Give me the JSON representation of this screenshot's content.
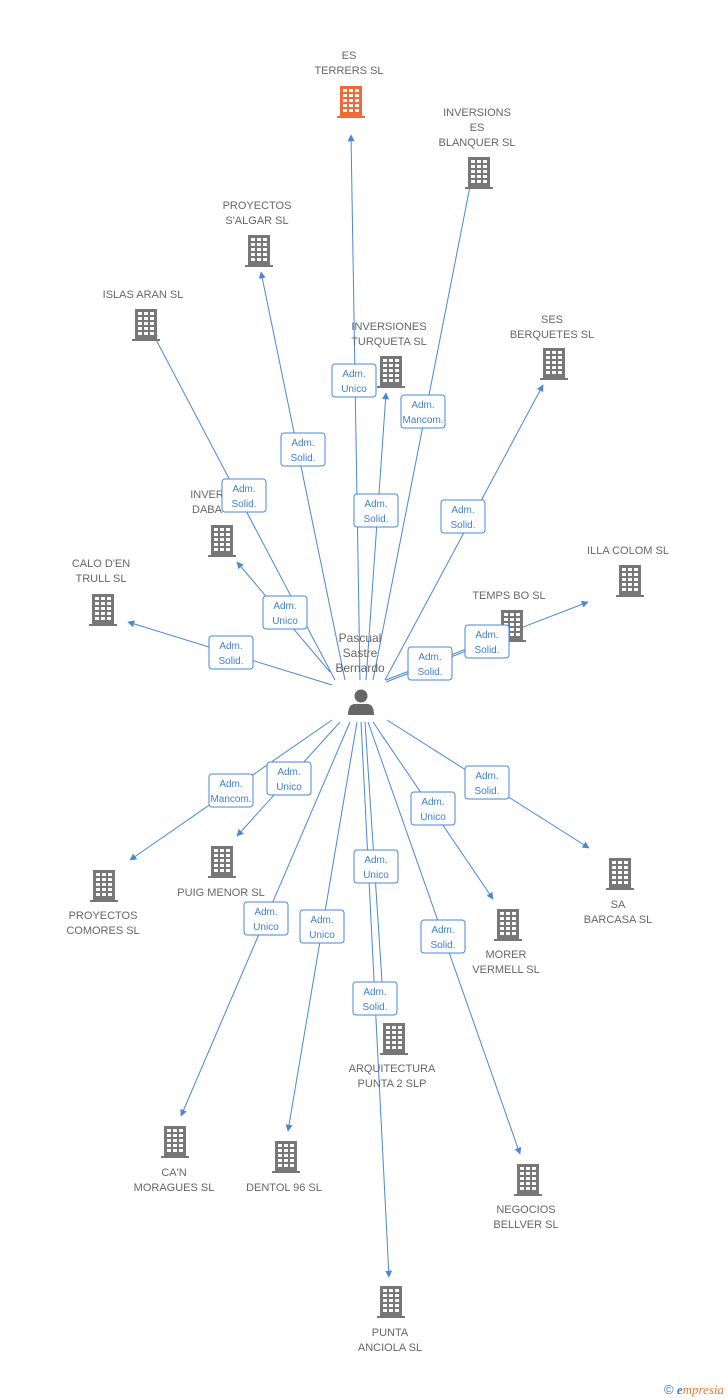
{
  "colors": {
    "edge": "#4a87d6",
    "building": "#777777",
    "building_highlight": "#f06a35",
    "text": "#666666"
  },
  "center": {
    "name_lines": [
      "Pascual",
      "Sastre",
      "Bernardo"
    ],
    "icon": "person-icon"
  },
  "nodes": [
    {
      "id": "es-terrers",
      "lines": [
        "ES",
        "TERRERS SL"
      ],
      "highlight": true
    },
    {
      "id": "inversions-es-blanquer",
      "lines": [
        "INVERSIONS",
        "ES",
        "BLANQUER SL"
      ]
    },
    {
      "id": "proyectos-salgar",
      "lines": [
        "PROYECTOS",
        "S'ALGAR SL"
      ]
    },
    {
      "id": "islas-aran",
      "lines": [
        "ISLAS ARAN SL"
      ]
    },
    {
      "id": "inversiones-turqueta",
      "lines": [
        "INVERSIONES",
        "TURQUETA SL"
      ]
    },
    {
      "id": "ses-berquetes",
      "lines": [
        "SES",
        "BERQUETES SL"
      ]
    },
    {
      "id": "inver-daba",
      "lines": [
        "INVER",
        "DABA"
      ]
    },
    {
      "id": "calo-den-trull",
      "lines": [
        "CALO D'EN",
        "TRULL SL"
      ]
    },
    {
      "id": "illa-colom",
      "lines": [
        "ILLA COLOM SL"
      ]
    },
    {
      "id": "temps-bo",
      "lines": [
        "TEMPS BO SL"
      ]
    },
    {
      "id": "proyectos-comores",
      "lines": [
        "PROYECTOS",
        "COMORES SL"
      ]
    },
    {
      "id": "puig-menor",
      "lines": [
        "PUIG MENOR SL"
      ]
    },
    {
      "id": "sa-barcasa",
      "lines": [
        "SA",
        "BARCASA SL"
      ]
    },
    {
      "id": "morer-vermell",
      "lines": [
        "MORER",
        "VERMELL SL"
      ]
    },
    {
      "id": "arquitectura-punta-2",
      "lines": [
        "ARQUITECTURA",
        "PUNTA 2 SLP"
      ]
    },
    {
      "id": "can-moragues",
      "lines": [
        "CA'N",
        "MORAGUES SL"
      ]
    },
    {
      "id": "dentol-96",
      "lines": [
        "DENTOL 96 SL"
      ]
    },
    {
      "id": "negocios-bellver",
      "lines": [
        "NEGOCIOS",
        "BELLVER SL"
      ]
    },
    {
      "id": "punta-anciola",
      "lines": [
        "PUNTA",
        "ANCIOLA SL"
      ]
    }
  ],
  "edges": [
    {
      "to": "es-terrers",
      "lines": [
        "Adm.",
        "Unico"
      ]
    },
    {
      "to": "inversions-es-blanquer",
      "lines": [
        "Adm.",
        "Mancom."
      ]
    },
    {
      "to": "proyectos-salgar",
      "lines": [
        "Adm.",
        "Solid."
      ]
    },
    {
      "to": "islas-aran",
      "lines": [
        "Adm.",
        "Solid."
      ]
    },
    {
      "to": "inversiones-turqueta",
      "lines": [
        "Adm.",
        "Solid."
      ]
    },
    {
      "to": "ses-berquetes",
      "lines": [
        "Adm.",
        "Solid."
      ]
    },
    {
      "to": "inver-daba",
      "lines": [
        "Adm.",
        "Unico"
      ]
    },
    {
      "to": "calo-den-trull",
      "lines": [
        "Adm.",
        "Solid."
      ]
    },
    {
      "to": "illa-colom",
      "lines": [
        "Adm.",
        "Solid."
      ]
    },
    {
      "to": "temps-bo",
      "lines": [
        "Adm.",
        "Solid."
      ]
    },
    {
      "to": "proyectos-comores",
      "lines": [
        "Adm.",
        "Mancom."
      ]
    },
    {
      "to": "puig-menor",
      "lines": [
        "Adm.",
        "Unico"
      ]
    },
    {
      "to": "sa-barcasa",
      "lines": [
        "Adm.",
        "Solid."
      ]
    },
    {
      "to": "morer-vermell",
      "lines": [
        "Adm.",
        "Unico"
      ]
    },
    {
      "to": "arquitectura-punta-2",
      "lines": [
        "Adm.",
        "Unico"
      ]
    },
    {
      "to": "can-moragues",
      "lines": [
        "Adm.",
        "Unico"
      ]
    },
    {
      "to": "dentol-96",
      "lines": [
        "Adm.",
        "Unico"
      ]
    },
    {
      "to": "negocios-bellver",
      "lines": [
        "Adm.",
        "Solid."
      ]
    },
    {
      "to": "punta-anciola",
      "lines": [
        "Adm.",
        "Solid."
      ]
    }
  ],
  "footer": {
    "copyright": "©",
    "brand_initial": "e",
    "brand_rest": "mpresia"
  }
}
